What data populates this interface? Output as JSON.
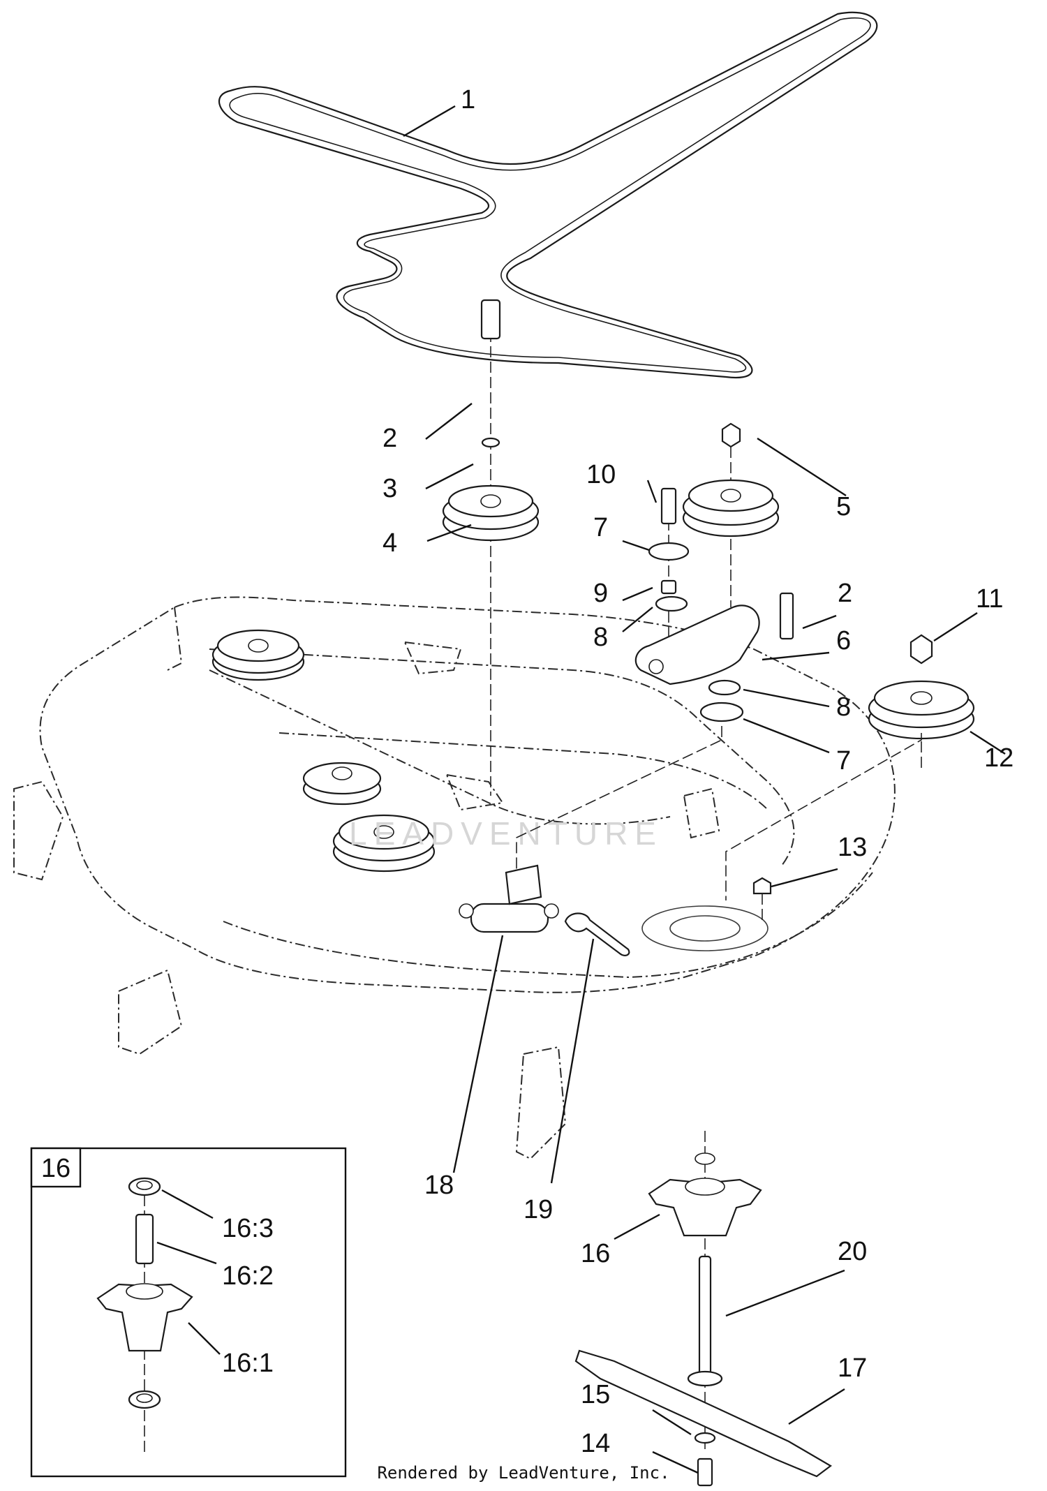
{
  "diagram": {
    "watermark": "LEADVENTURE",
    "inset_id": "16",
    "callouts": {
      "c1": "1",
      "c2a": "2",
      "c2b": "2",
      "c3": "3",
      "c4": "4",
      "c5": "5",
      "c6": "6",
      "c7a": "7",
      "c7b": "7",
      "c8a": "8",
      "c8b": "8",
      "c9": "9",
      "c10": "10",
      "c11": "11",
      "c12": "12",
      "c13": "13",
      "c14": "14",
      "c15": "15",
      "c16": "16",
      "c17": "17",
      "c18": "18",
      "c19": "19",
      "c20": "20",
      "c16_1": "16:1",
      "c16_2": "16:2",
      "c16_3": "16:3"
    }
  },
  "footer": {
    "credit": "Rendered by LeadVenture, Inc."
  }
}
